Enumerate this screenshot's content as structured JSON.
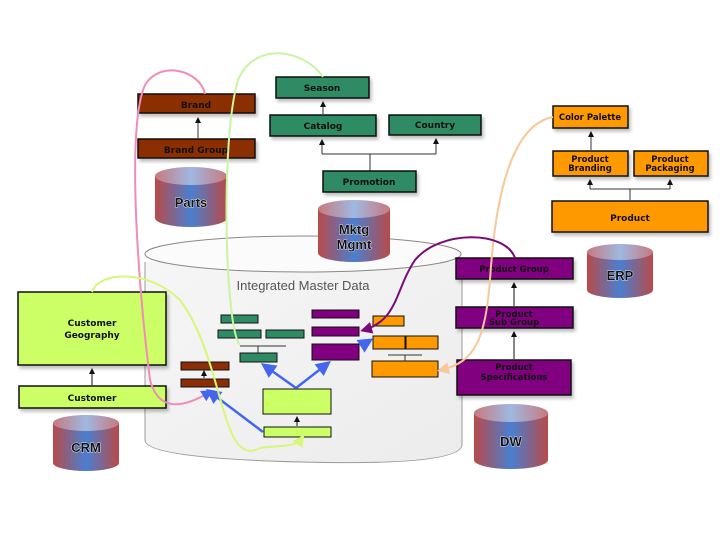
{
  "colors": {
    "parts": "#8b2e06",
    "mktg": "#2e8b63",
    "erp": "#ff9900",
    "dw": "#800080",
    "crm": "#ccff66",
    "arrow_blue": "#4466ee",
    "curve_pink": "#f08cb8",
    "curve_green": "#c8f5a0",
    "curve_lime": "#d6f77a",
    "curve_peach": "#f8c89a",
    "curve_purple": "#7a0a7a"
  },
  "hub": {
    "title": "Integrated Master Data"
  },
  "databases": {
    "parts": "Parts",
    "mktg_line1": "Mktg",
    "mktg_line2": "Mgmt",
    "erp": "ERP",
    "crm": "CRM",
    "dw": "DW"
  },
  "parts": {
    "brand": "Brand",
    "brand_group": "Brand Group"
  },
  "mktg": {
    "season": "Season",
    "catalog": "Catalog",
    "country": "Country",
    "promotion": "Promotion"
  },
  "erp": {
    "color_palette": "Color Palette",
    "product_branding_1": "Product",
    "product_branding_2": "Branding",
    "product_packaging_1": "Product",
    "product_packaging_2": "Packaging",
    "product": "Product"
  },
  "dw": {
    "product_group": "Product Group",
    "product_sub_group_1": "Product",
    "product_sub_group_2": "Sub Group",
    "product_specs_1": "Product",
    "product_specs_2": "Specifications"
  },
  "crm": {
    "customer_geography_1": "Customer",
    "customer_geography_2": "Geography",
    "customer": "Customer"
  }
}
